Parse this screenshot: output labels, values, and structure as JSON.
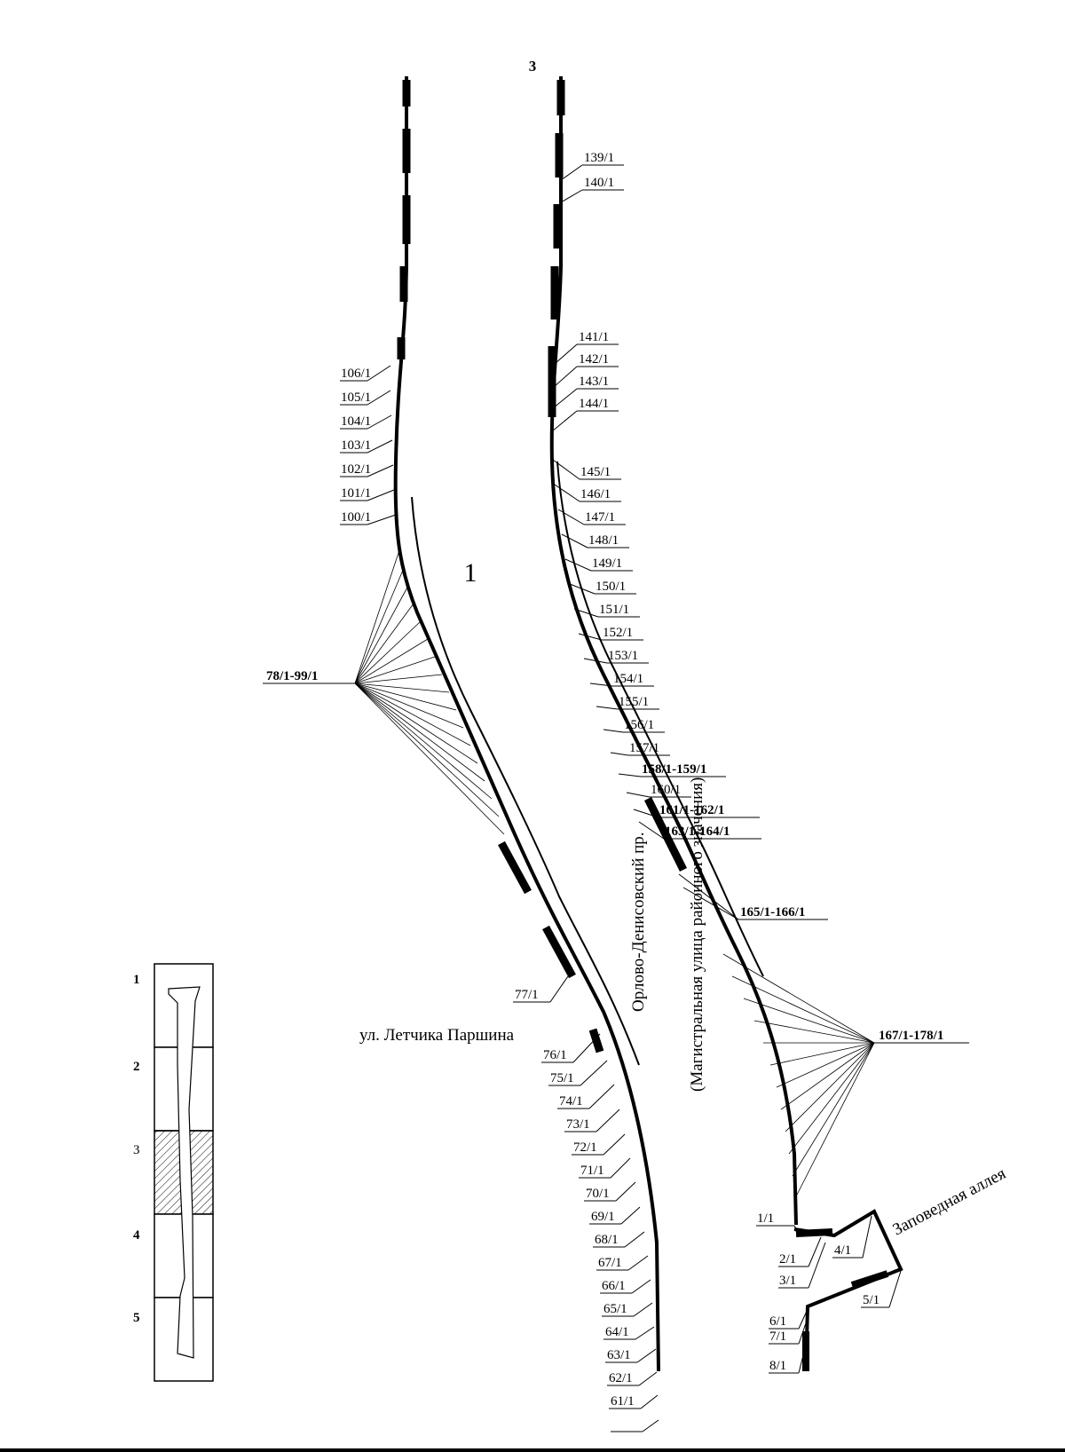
{
  "sheet_number": "3",
  "block_number": "1",
  "street_labels": {
    "letchika": "ул. Летчика Паршина",
    "orlovo_line1": "Орлово-Денисовский пр.",
    "orlovo_line2": "(Магистральная улица районного значения)",
    "zapovednaya": "Заповедная аллея"
  },
  "left_poles": [
    "106/1",
    "105/1",
    "104/1",
    "103/1",
    "102/1",
    "101/1",
    "100/1"
  ],
  "left_group": "78/1-99/1",
  "left_lower": [
    "77/1",
    "76/1",
    "75/1",
    "74/1",
    "73/1",
    "72/1",
    "71/1",
    "70/1",
    "69/1",
    "68/1",
    "67/1",
    "66/1",
    "65/1",
    "64/1",
    "63/1",
    "62/1",
    "61/1"
  ],
  "right_upper": [
    "139/1",
    "140/1"
  ],
  "right_mid": [
    "141/1",
    "142/1",
    "143/1",
    "144/1"
  ],
  "right_lower": [
    "145/1",
    "146/1",
    "147/1",
    "148/1",
    "149/1",
    "150/1",
    "151/1",
    "152/1",
    "153/1",
    "154/1",
    "155/1",
    "156/1",
    "157/1",
    "158/1-159/1",
    "160/1",
    "161/1-162/1",
    "163/1-164/1",
    "165/1-166/1",
    "167/1-178/1"
  ],
  "zap_poles": [
    "1/1",
    "2/1",
    "3/1",
    "4/1",
    "5/1",
    "6/1",
    "7/1",
    "8/1"
  ],
  "key_map": {
    "rows": [
      "1",
      "2",
      "3",
      "4",
      "5"
    ],
    "highlighted": "3"
  }
}
